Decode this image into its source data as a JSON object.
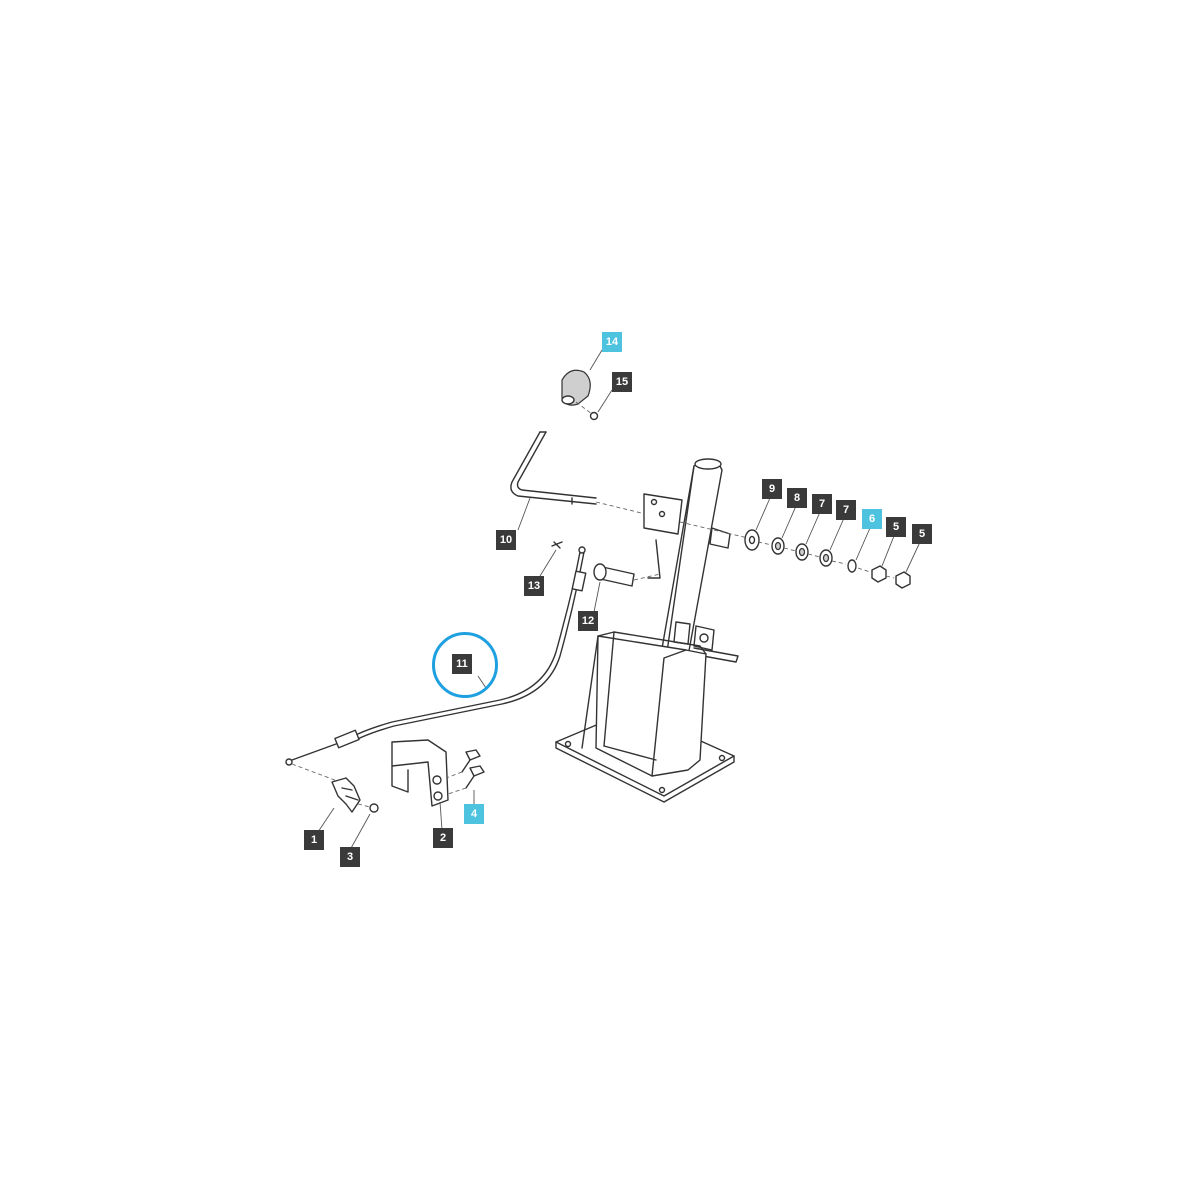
{
  "diagram": {
    "callouts": [
      {
        "id": "c14",
        "label": "14",
        "highlight": true
      },
      {
        "id": "c15",
        "label": "15",
        "highlight": false
      },
      {
        "id": "c10",
        "label": "10",
        "highlight": false
      },
      {
        "id": "c13",
        "label": "13",
        "highlight": false
      },
      {
        "id": "c12",
        "label": "12",
        "highlight": false
      },
      {
        "id": "c11",
        "label": "11",
        "highlight": false
      },
      {
        "id": "c9",
        "label": "9",
        "highlight": false
      },
      {
        "id": "c8",
        "label": "8",
        "highlight": false
      },
      {
        "id": "c7a",
        "label": "7",
        "highlight": false
      },
      {
        "id": "c7b",
        "label": "7",
        "highlight": false
      },
      {
        "id": "c6",
        "label": "6",
        "highlight": true
      },
      {
        "id": "c5a",
        "label": "5",
        "highlight": false
      },
      {
        "id": "c5b",
        "label": "5",
        "highlight": false
      },
      {
        "id": "c1",
        "label": "1",
        "highlight": false
      },
      {
        "id": "c3",
        "label": "3",
        "highlight": false
      },
      {
        "id": "c2",
        "label": "2",
        "highlight": false
      },
      {
        "id": "c4",
        "label": "4",
        "highlight": true
      }
    ],
    "colors": {
      "callout_bg": "#3a3a3a",
      "callout_highlight_bg": "#4dc3e0",
      "ring": "#1ea0e0"
    },
    "selected_part": "11"
  }
}
